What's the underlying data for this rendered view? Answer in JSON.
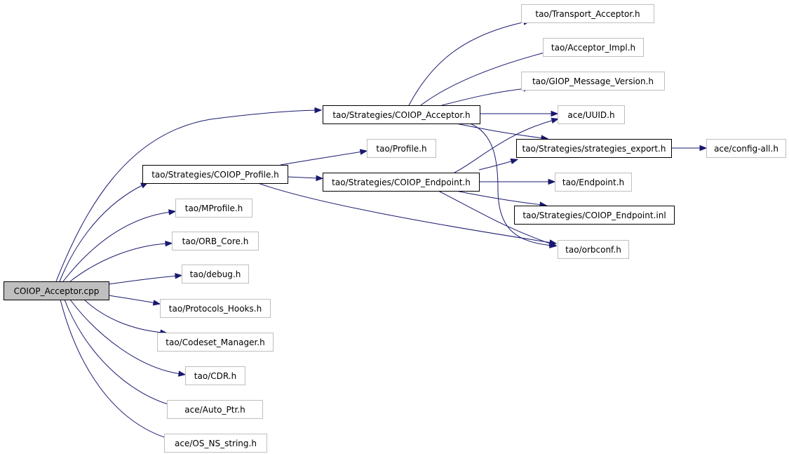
{
  "graph": {
    "nodes": {
      "root": {
        "label": "COIOP_Acceptor.cpp",
        "kind": "root"
      },
      "coiop_acceptor_h": {
        "label": "tao/Strategies/COIOP_Acceptor.h",
        "kind": "documented"
      },
      "transport_acceptor": {
        "label": "tao/Transport_Acceptor.h",
        "kind": "external"
      },
      "acceptor_impl": {
        "label": "tao/Acceptor_Impl.h",
        "kind": "external"
      },
      "giop_msg_version": {
        "label": "tao/GIOP_Message_Version.h",
        "kind": "external"
      },
      "uuid": {
        "label": "ace/UUID.h",
        "kind": "external"
      },
      "strategies_export": {
        "label": "tao/Strategies/strategies_export.h",
        "kind": "documented"
      },
      "config_all": {
        "label": "ace/config-all.h",
        "kind": "external"
      },
      "profile": {
        "label": "tao/Profile.h",
        "kind": "external"
      },
      "coiop_profile_h": {
        "label": "tao/Strategies/COIOP_Profile.h",
        "kind": "documented"
      },
      "coiop_endpoint_h": {
        "label": "tao/Strategies/COIOP_Endpoint.h",
        "kind": "documented"
      },
      "endpoint": {
        "label": "tao/Endpoint.h",
        "kind": "external"
      },
      "coiop_endpoint_inl": {
        "label": "tao/Strategies/COIOP_Endpoint.inl",
        "kind": "documented"
      },
      "orbconf": {
        "label": "tao/orbconf.h",
        "kind": "external"
      },
      "mprofile": {
        "label": "tao/MProfile.h",
        "kind": "external"
      },
      "orb_core": {
        "label": "tao/ORB_Core.h",
        "kind": "external"
      },
      "debug": {
        "label": "tao/debug.h",
        "kind": "external"
      },
      "protocols_hooks": {
        "label": "tao/Protocols_Hooks.h",
        "kind": "external"
      },
      "codeset_manager": {
        "label": "tao/Codeset_Manager.h",
        "kind": "external"
      },
      "cdr": {
        "label": "tao/CDR.h",
        "kind": "external"
      },
      "auto_ptr": {
        "label": "ace/Auto_Ptr.h",
        "kind": "external"
      },
      "os_ns_string": {
        "label": "ace/OS_NS_string.h",
        "kind": "external"
      }
    },
    "edges": [
      [
        "root",
        "coiop_acceptor_h"
      ],
      [
        "root",
        "coiop_profile_h"
      ],
      [
        "root",
        "mprofile"
      ],
      [
        "root",
        "orb_core"
      ],
      [
        "root",
        "debug"
      ],
      [
        "root",
        "protocols_hooks"
      ],
      [
        "root",
        "codeset_manager"
      ],
      [
        "root",
        "cdr"
      ],
      [
        "root",
        "auto_ptr"
      ],
      [
        "root",
        "os_ns_string"
      ],
      [
        "coiop_acceptor_h",
        "transport_acceptor"
      ],
      [
        "coiop_acceptor_h",
        "acceptor_impl"
      ],
      [
        "coiop_acceptor_h",
        "giop_msg_version"
      ],
      [
        "coiop_acceptor_h",
        "uuid"
      ],
      [
        "coiop_acceptor_h",
        "strategies_export"
      ],
      [
        "coiop_acceptor_h",
        "orbconf"
      ],
      [
        "coiop_profile_h",
        "profile"
      ],
      [
        "coiop_profile_h",
        "coiop_endpoint_h"
      ],
      [
        "coiop_profile_h",
        "orbconf"
      ],
      [
        "coiop_endpoint_h",
        "uuid"
      ],
      [
        "coiop_endpoint_h",
        "strategies_export"
      ],
      [
        "coiop_endpoint_h",
        "endpoint"
      ],
      [
        "coiop_endpoint_h",
        "coiop_endpoint_inl"
      ],
      [
        "coiop_endpoint_h",
        "orbconf"
      ],
      [
        "strategies_export",
        "config_all"
      ]
    ],
    "colors": {
      "edge": "#191970",
      "root_fill": "#bfbfbf",
      "root_border": "#000000",
      "documented_border": "#000000",
      "external_border": "#bfbfbf",
      "node_fill": "#ffffff"
    }
  }
}
